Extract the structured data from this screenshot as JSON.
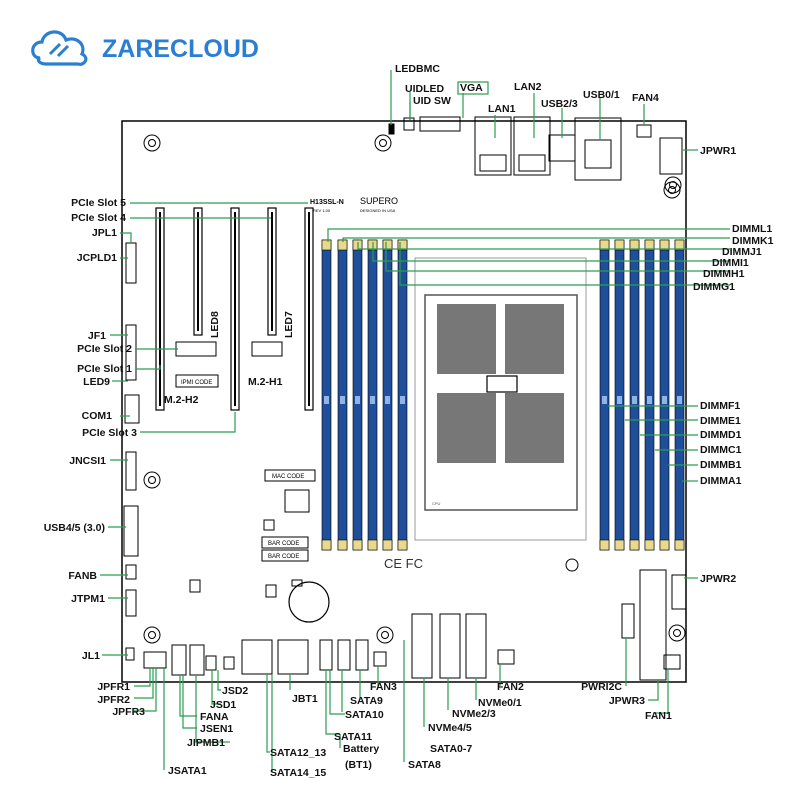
{
  "brand": {
    "name": "ZARECLOUD",
    "color": "#2a7fd4",
    "icon": "cloud-link-icon"
  },
  "board": {
    "model": "H13SSL-N",
    "model_rev": "REV 1.00",
    "maker": "SUPERO",
    "maker_sub": "DESIGNED IN USA",
    "ipmi_code": "IPMI CODE",
    "mac_code": "MAC CODE",
    "bar_code_1": "BAR CODE",
    "bar_code_2": "BAR CODE",
    "cert": "CE FC",
    "cpu_label": "CPU"
  },
  "colors": {
    "line": "#2a9d50",
    "board": "#000000",
    "dimm_slot": "#1f4f9a",
    "dimm_latch": "#e8d98c",
    "cpu_pattern": "#555555"
  },
  "labels_top": [
    {
      "id": "ledbmc",
      "text": "LEDBMC"
    },
    {
      "id": "uidled",
      "text": "UIDLED"
    },
    {
      "id": "uidsw",
      "text": "UID SW"
    },
    {
      "id": "vga",
      "text": "VGA"
    },
    {
      "id": "lan1",
      "text": "LAN1"
    },
    {
      "id": "lan2",
      "text": "LAN2"
    },
    {
      "id": "usb23",
      "text": "USB2/3"
    },
    {
      "id": "usb01",
      "text": "USB0/1"
    },
    {
      "id": "fan4",
      "text": "FAN4"
    }
  ],
  "labels_left": [
    {
      "id": "pcie5",
      "text": "PCIe Slot 5"
    },
    {
      "id": "pcie4",
      "text": "PCIe Slot 4"
    },
    {
      "id": "jpl1",
      "text": "JPL1"
    },
    {
      "id": "jcpld1",
      "text": "JCPLD1"
    },
    {
      "id": "jf1",
      "text": "JF1"
    },
    {
      "id": "pcie2",
      "text": "PCIe Slot 2"
    },
    {
      "id": "pcie1",
      "text": "PCIe Slot 1"
    },
    {
      "id": "led9",
      "text": "LED9"
    },
    {
      "id": "com1",
      "text": "COM1"
    },
    {
      "id": "pcie3",
      "text": "PCIe Slot 3"
    },
    {
      "id": "jncsi1",
      "text": "JNCSI1"
    },
    {
      "id": "usb45",
      "text": "USB4/5 (3.0)"
    },
    {
      "id": "fanb",
      "text": "FANB"
    },
    {
      "id": "jtpm1",
      "text": "JTPM1"
    },
    {
      "id": "jl1",
      "text": "JL1"
    }
  ],
  "labels_right": [
    {
      "id": "jpwr1",
      "text": "JPWR1"
    },
    {
      "id": "dimml1",
      "text": "DIMML1"
    },
    {
      "id": "dimmk1",
      "text": "DIMMK1"
    },
    {
      "id": "dimmj1",
      "text": "DIMMJ1"
    },
    {
      "id": "dimmi1",
      "text": "DIMMI1"
    },
    {
      "id": "dimmh1",
      "text": "DIMMH1"
    },
    {
      "id": "dimmg1",
      "text": "DIMMG1"
    },
    {
      "id": "dimmf1",
      "text": "DIMMF1"
    },
    {
      "id": "dimme1",
      "text": "DIMME1"
    },
    {
      "id": "dimmd1",
      "text": "DIMMD1"
    },
    {
      "id": "dimmc1",
      "text": "DIMMC1"
    },
    {
      "id": "dimmb1",
      "text": "DIMMB1"
    },
    {
      "id": "dimma1",
      "text": "DIMMA1"
    },
    {
      "id": "jpwr2",
      "text": "JPWR2"
    }
  ],
  "labels_bottom": [
    {
      "id": "jpfr1",
      "text": "JPFR1"
    },
    {
      "id": "jpfr2",
      "text": "JPFR2"
    },
    {
      "id": "jpfr3",
      "text": "JPFR3"
    },
    {
      "id": "jsd2",
      "text": "JSD2"
    },
    {
      "id": "jsd1",
      "text": "JSD1"
    },
    {
      "id": "fana",
      "text": "FANA"
    },
    {
      "id": "jsen1",
      "text": "JSEN1"
    },
    {
      "id": "jipmb1",
      "text": "JIPMB1"
    },
    {
      "id": "jsata1",
      "text": "JSATA1"
    },
    {
      "id": "jbt1",
      "text": "JBT1"
    },
    {
      "id": "sata1213",
      "text": "SATA12_13"
    },
    {
      "id": "sata1415",
      "text": "SATA14_15"
    },
    {
      "id": "sata9",
      "text": "SATA9"
    },
    {
      "id": "sata10",
      "text": "SATA10"
    },
    {
      "id": "sata11",
      "text": "SATA11"
    },
    {
      "id": "battery",
      "text": "Battery"
    },
    {
      "id": "bt1",
      "text": "(BT1)"
    },
    {
      "id": "fan3",
      "text": "FAN3"
    },
    {
      "id": "nvme45",
      "text": "NVMe4/5"
    },
    {
      "id": "nvme23",
      "text": "NVMe2/3"
    },
    {
      "id": "nvme01",
      "text": "NVMe0/1"
    },
    {
      "id": "sata07",
      "text": "SATA0-7"
    },
    {
      "id": "sata8",
      "text": "SATA8"
    },
    {
      "id": "fan2",
      "text": "FAN2"
    },
    {
      "id": "pwri2c",
      "text": "PWRI2C"
    },
    {
      "id": "jpwr3",
      "text": "JPWR3"
    },
    {
      "id": "fan1",
      "text": "FAN1"
    }
  ],
  "labels_onboard": [
    {
      "id": "led8",
      "text": "LED8"
    },
    {
      "id": "led7",
      "text": "LED7"
    },
    {
      "id": "m2h2",
      "text": "M.2-H2"
    },
    {
      "id": "m2h1",
      "text": "M.2-H1"
    }
  ]
}
